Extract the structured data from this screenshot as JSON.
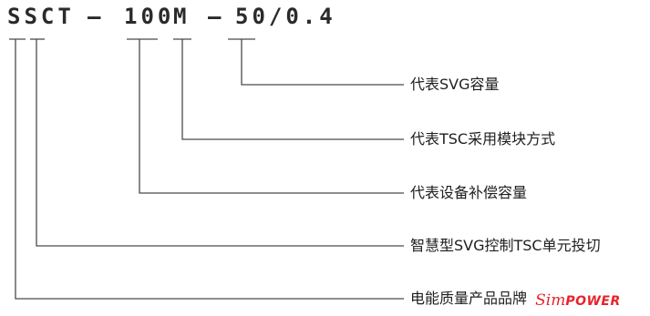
{
  "model_code": {
    "p1": "SSCT",
    "dash1": "–",
    "p2": "100",
    "p3": "M",
    "dash2": "–",
    "p4": "50/0.4"
  },
  "labels": [
    {
      "id": "svg-capacity",
      "text": "代表SVG容量"
    },
    {
      "id": "tsc-module",
      "text": "代表TSC采用模块方式"
    },
    {
      "id": "compensation-capacity",
      "text": "代表设备补偿容量"
    },
    {
      "id": "svg-tsc-unit",
      "text": "智慧型SVG控制TSC单元投切"
    },
    {
      "id": "brand",
      "text": "电能质量产品品牌"
    }
  ],
  "brand_logo": {
    "script_part": "Sim",
    "bold_part": "POWER",
    "color": "#e8232b"
  },
  "colors": {
    "line": "#4a4a4a",
    "text": "#1e1e1e",
    "accent": "#e8232b"
  }
}
